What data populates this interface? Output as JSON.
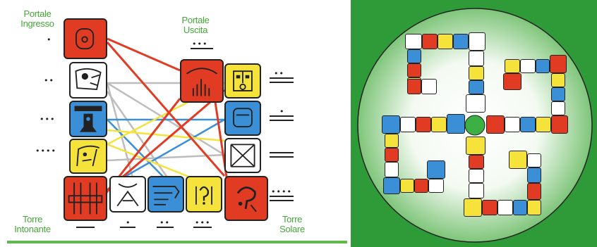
{
  "labels": {
    "portale_ingresso_1": "Portale",
    "portale_ingresso_2": "Ingresso",
    "portale_uscita_1": "Portale",
    "portale_uscita_2": "Uscita",
    "torre_intonante_1": "Torre",
    "torre_intonante_2": "Intonante",
    "torre_solare_1": "Torre",
    "torre_solare_2": "Solare"
  },
  "colors": {
    "red": "#e23b24",
    "white": "#ffffff",
    "blue": "#3a8fd6",
    "yellow": "#f5e23a",
    "green": "#5fb84a",
    "dark": "#222222"
  }
}
